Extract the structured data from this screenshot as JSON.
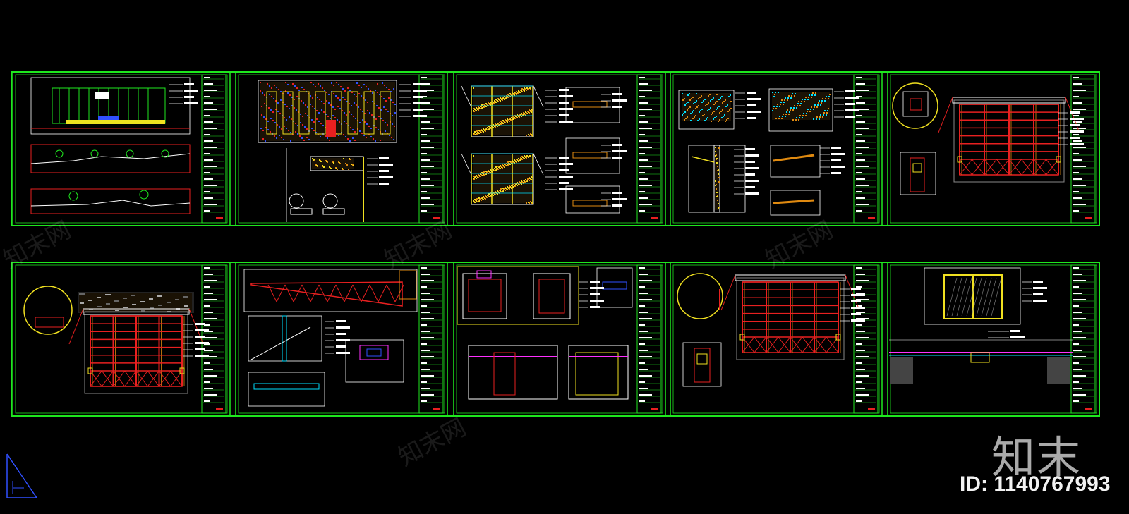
{
  "watermark": {
    "brand": "知末",
    "id_text": "ID: 1140767993",
    "faint_text": "知末网"
  },
  "colors": {
    "frame": "#1fe81f",
    "red": "#e82020",
    "yellow": "#f0e020",
    "cyan": "#00e0ff",
    "white": "#ffffff",
    "orange": "#e08a10",
    "magenta": "#ff30ff",
    "blue": "#3050ff",
    "grey": "#888888"
  },
  "sheets": [
    {
      "id": "s1",
      "kind": "elevation-strips"
    },
    {
      "id": "s2",
      "kind": "stone-facade"
    },
    {
      "id": "s3",
      "kind": "panel-elevations"
    },
    {
      "id": "s4",
      "kind": "section-details"
    },
    {
      "id": "s5",
      "kind": "grid-elevation"
    },
    {
      "id": "s6",
      "kind": "grid-elevation-left-detail"
    },
    {
      "id": "s7",
      "kind": "truss-detail"
    },
    {
      "id": "s8",
      "kind": "box-details"
    },
    {
      "id": "s9",
      "kind": "grid-elevation-left-detail"
    },
    {
      "id": "s10",
      "kind": "plan-section"
    }
  ]
}
